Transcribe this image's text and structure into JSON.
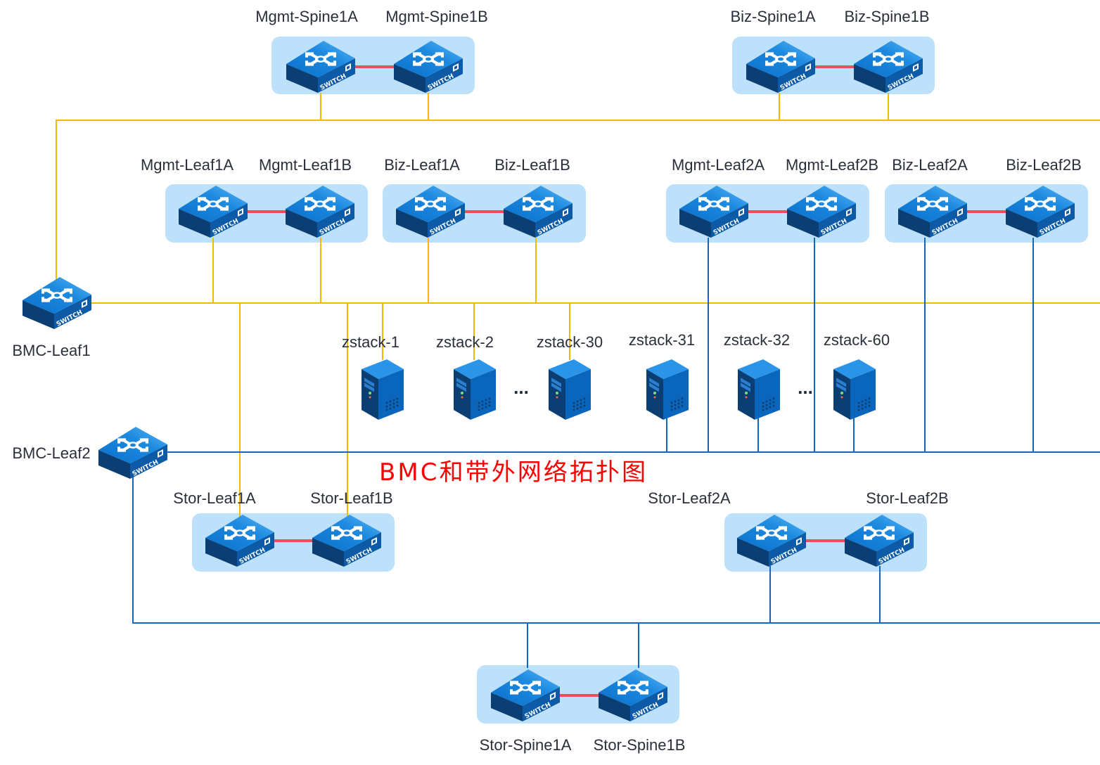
{
  "title": "BMC和带外网络拓扑图",
  "colors": {
    "group_box": "#bde0fb",
    "mgmt_link": "#f5b800",
    "bmc_link": "#1565c0",
    "peer_link": "#e8505b",
    "title": "#ff0000",
    "device": "#1a7fd4"
  },
  "icon_text": "SWITCH",
  "switches": {
    "mgmt_spine1a": "Mgmt-Spine1A",
    "mgmt_spine1b": "Mgmt-Spine1B",
    "biz_spine1a": "Biz-Spine1A",
    "biz_spine1b": "Biz-Spine1B",
    "mgmt_leaf1a": "Mgmt-Leaf1A",
    "mgmt_leaf1b": "Mgmt-Leaf1B",
    "biz_leaf1a": "Biz-Leaf1A",
    "biz_leaf1b": "Biz-Leaf1B",
    "mgmt_leaf2a": "Mgmt-Leaf2A",
    "mgmt_leaf2b": "Mgmt-Leaf2B",
    "biz_leaf2a": "Biz-Leaf2A",
    "biz_leaf2b": "Biz-Leaf2B",
    "bmc_leaf1": "BMC-Leaf1",
    "bmc_leaf2": "BMC-Leaf2",
    "stor_leaf1a": "Stor-Leaf1A",
    "stor_leaf1b": "Stor-Leaf1B",
    "stor_leaf2a": "Stor-Leaf2A",
    "stor_leaf2b": "Stor-Leaf2B",
    "stor_spine1a": "Stor-Spine1A",
    "stor_spine1b": "Stor-Spine1B"
  },
  "servers": [
    "zstack-1",
    "zstack-2",
    "zstack-30",
    "zstack-31",
    "zstack-32",
    "zstack-60"
  ],
  "ellipsis": "..."
}
